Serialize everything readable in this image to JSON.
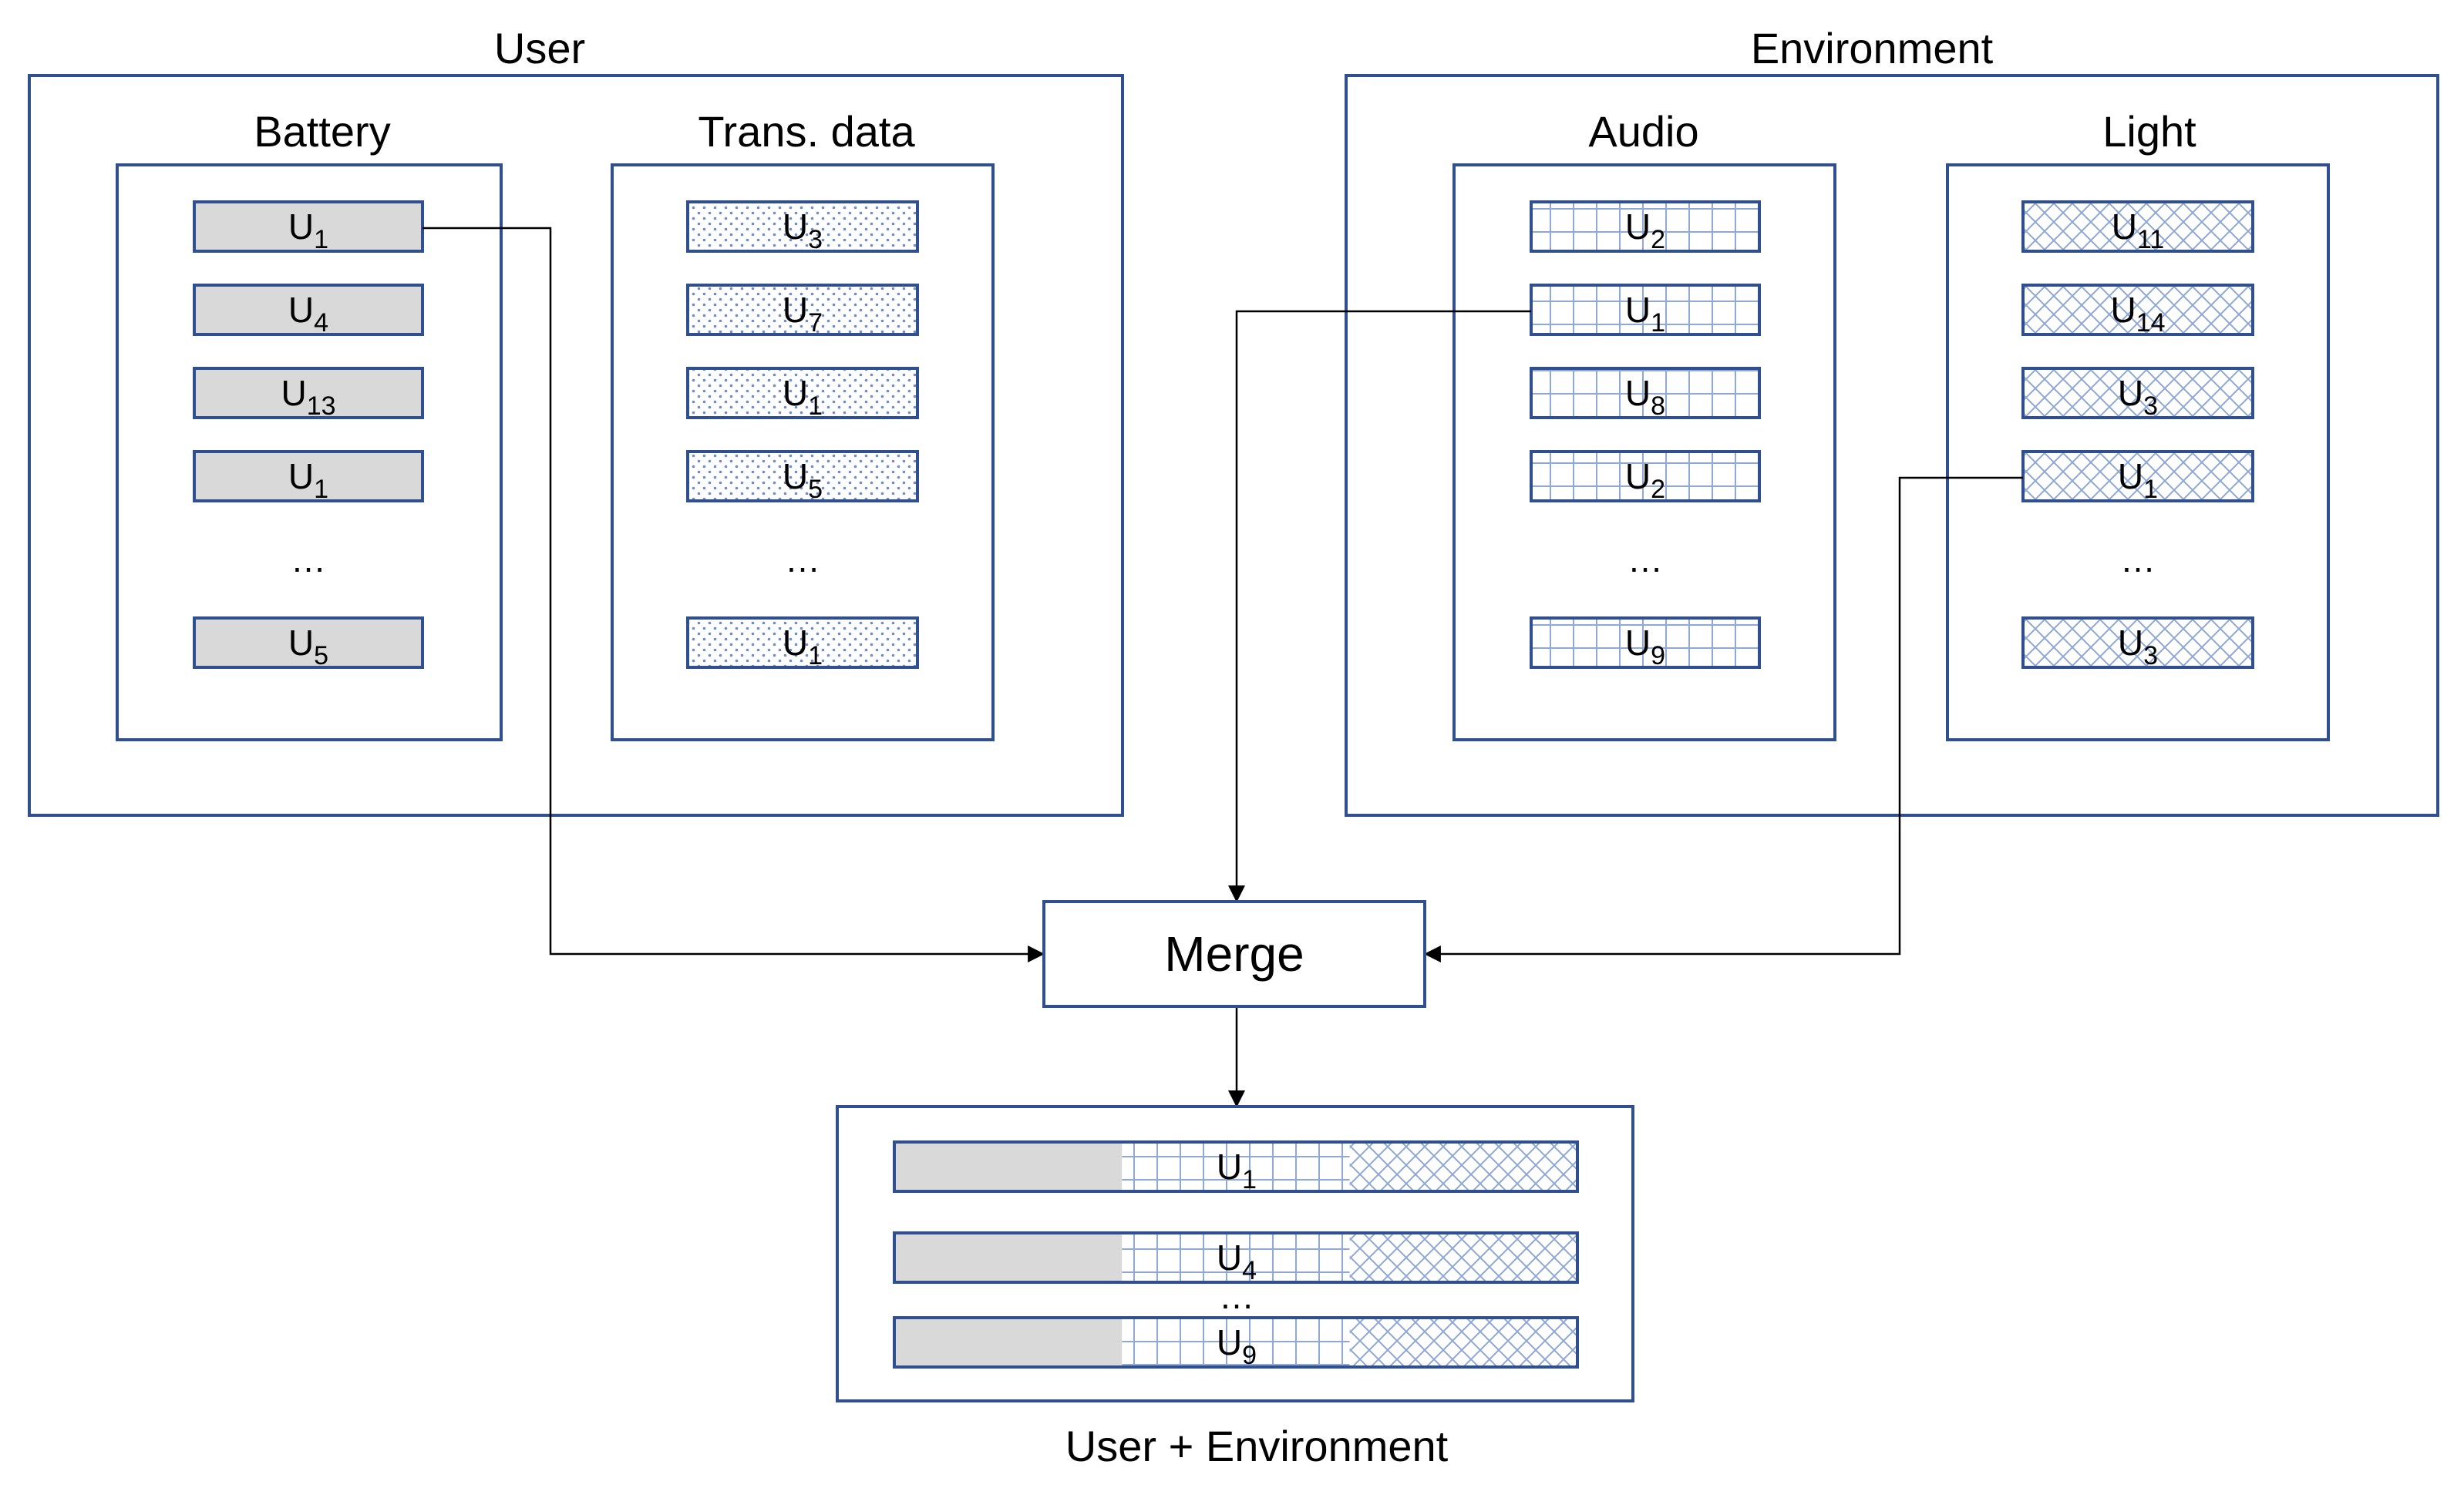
{
  "groups": {
    "user": {
      "title": "User",
      "battery": {
        "title": "Battery",
        "items": [
          "U|1",
          "U|4",
          "U|13",
          "U|1",
          "…",
          "U|5"
        ]
      },
      "trans": {
        "title": "Trans. data",
        "items": [
          "U|3",
          "U|7",
          "U|1",
          "U|5",
          "…",
          "U|1"
        ]
      }
    },
    "environment": {
      "title": "Environment",
      "audio": {
        "title": "Audio",
        "items": [
          "U|2",
          "U|1",
          "U|8",
          "U|2",
          "…",
          "U|9"
        ]
      },
      "light": {
        "title": "Light",
        "items": [
          "U|11",
          "U|14",
          "U|3",
          "U|1",
          "…",
          "U|3"
        ]
      }
    }
  },
  "merge": {
    "label": "Merge"
  },
  "result": {
    "title": "User + Environment",
    "items": [
      "U|1",
      "U|4",
      "…",
      "U|9"
    ]
  },
  "colors": {
    "border": "#2f4f8f",
    "battery_fill": "#d9d9d9",
    "pattern_line": "#8fa8d8",
    "arrow": "#000000"
  }
}
